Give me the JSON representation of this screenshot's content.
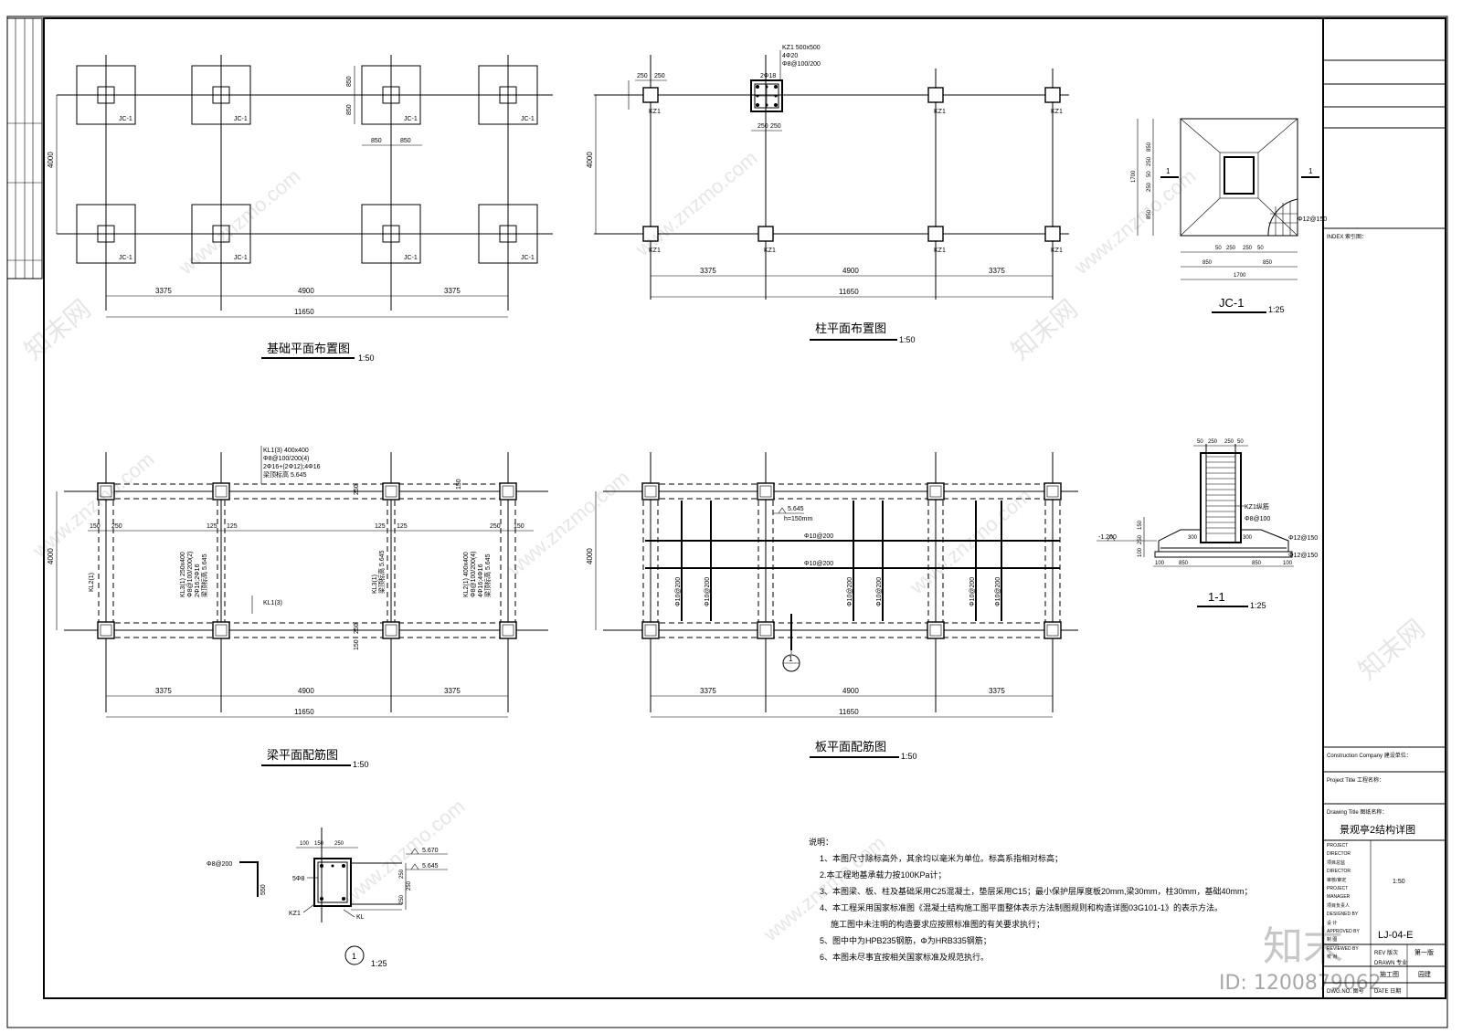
{
  "foundation_plan": {
    "title": "基础平面布置图",
    "scale": "1:50",
    "footing_label": "JC-1",
    "dims_top": [
      "850",
      "850"
    ],
    "dims_horiz_small": [
      "850",
      "850"
    ],
    "dim_vertical": "4000",
    "spans": [
      "3375",
      "4900",
      "3375"
    ],
    "total": "11650"
  },
  "column_plan": {
    "title": "柱平面布置图",
    "scale": "1:50",
    "column_label": "KZ1",
    "kz_spec": [
      "KZ1 500x500",
      "4Φ20",
      "Φ8@100/200"
    ],
    "bar_label": "2Φ18",
    "small_dims": [
      "250",
      "250"
    ],
    "dim_vertical": "4000",
    "spans": [
      "3375",
      "4900",
      "3375"
    ],
    "total": "11650"
  },
  "jc1_detail": {
    "title": "JC-1",
    "scale": "1:25",
    "rebar": "Φ12@150",
    "section_mark": "1",
    "dims_left": [
      "850",
      "250",
      "50",
      "250",
      "850"
    ],
    "dim_total_v": "1700",
    "dims_bottom": [
      "50",
      "250",
      "250",
      "50"
    ],
    "dims_half": [
      "850",
      "850"
    ],
    "dim_total_h": "1700"
  },
  "beam_plan": {
    "title": "梁平面配筋图",
    "scale": "1:50",
    "kl1_spec": [
      "KL1(3) 400x400",
      "Φ8@100/200(4)",
      "2Φ16+(2Φ12);4Φ16",
      "梁顶标高 5.645"
    ],
    "kl3_spec": [
      "KL3(1) 250x400",
      "Φ8@100/200(2)",
      "2Φ16;2Φ16",
      "梁顶标高 5.645"
    ],
    "kl3_short": [
      "KL3(1)",
      "梁顶标高 5.645"
    ],
    "kl2_spec": [
      "KL2(1) 400x400",
      "Φ8@100/200(4)",
      "4Φ16;4Φ16",
      "梁顶标高 5.645"
    ],
    "kl2_short": "KL2(1)",
    "kl1_short": "KL1(3)",
    "dims_small": [
      "150",
      "250",
      "125",
      "125",
      "125",
      "125",
      "250",
      "150"
    ],
    "dims_v": [
      "250",
      "150"
    ],
    "dim_vertical": "4000",
    "spans": [
      "3375",
      "4900",
      "3375"
    ],
    "total": "11650"
  },
  "slab_plan": {
    "title": "板平面配筋图",
    "scale": "1:50",
    "elev": "5.645",
    "thickness": "h=150mm",
    "rebar": "Φ10@200",
    "section_mark": "1",
    "dim_vertical": "4000",
    "spans": [
      "3375",
      "4900",
      "3375"
    ],
    "total": "11650"
  },
  "section_11": {
    "title": "1-1",
    "scale": "1:25",
    "column_note": "KZ1纵筋",
    "stirrup": "Φ8@100",
    "rebar": "Φ12@150",
    "elev": "-1.200",
    "top_dims": [
      "50",
      "250",
      "250",
      "50"
    ],
    "dims_v": [
      "150",
      "250",
      "100"
    ],
    "dims_mid": [
      "300",
      "300"
    ],
    "dims_bottom": [
      "100",
      "850",
      "850",
      "100"
    ]
  },
  "detail_1": {
    "mark": "1",
    "scale": "1:25",
    "stirrup": "Φ8@200",
    "bars": "5Φ8",
    "top_dims": [
      "100",
      "150",
      "250"
    ],
    "elev_1": "5.670",
    "elev_2": "5.645",
    "side_dims": [
      "250",
      "250",
      "250"
    ],
    "left_dim": "550",
    "kz_label": "KZ1",
    "kl_label": "KL"
  },
  "notes": {
    "heading": "说明：",
    "items": [
      "1、本图尺寸除标高外，其余均以毫米为单位。标高系指相对标高；",
      "2.本工程地基承载力按100KPa计；",
      "3、本图梁、板、柱及基础采用C25混凝土，垫层采用C15；最小保护层厚度板20mm,梁30mm，柱30mm，基础40mm；",
      "4、本工程采用国家标准图《混凝土结构施工图平面整体表示方法制图规则和构造详图03G101-1》的表示方法。",
      "施工图中未注明的构造要求应按照标准图的有关要求执行；",
      "5、图中中为HPB235钢筋，Φ为HRB335钢筋；",
      "6、本图未尽事宜按相关国家标准及规范执行。"
    ]
  },
  "title_block": {
    "index_label": "INDEX 索引图：",
    "construction_company": "Construction Company  建设单位：",
    "project_title": "Project Title  工程名称：",
    "drawing_title_label": "Drawing Title    图纸名称：",
    "drawing_title": "景观亭2结构详图",
    "rows": [
      "PROJECT DIRECTOR",
      "项目总监",
      "DIRECTOR",
      "审核/审定",
      "PROJECT MANAGER",
      "项目负责人",
      "DESIGNED BY",
      "设 计",
      "APPROVED BY",
      "制 图",
      "REVIEWED BY",
      "校 对"
    ],
    "scale_val": "1:50",
    "drawing_no": "LJ-04-E",
    "edition": "第一版",
    "stage": "施工图",
    "discipline": "园建",
    "date_label": "DWG.NO. 图号",
    "date_label2": "DATE 日期",
    "rev_labels": [
      "REV 版次",
      "DRAWN 专业"
    ]
  },
  "watermark": {
    "brand": "知末",
    "site": "www.znzmo.com",
    "site_cn": "知末网",
    "id": "ID: 1200879062"
  }
}
